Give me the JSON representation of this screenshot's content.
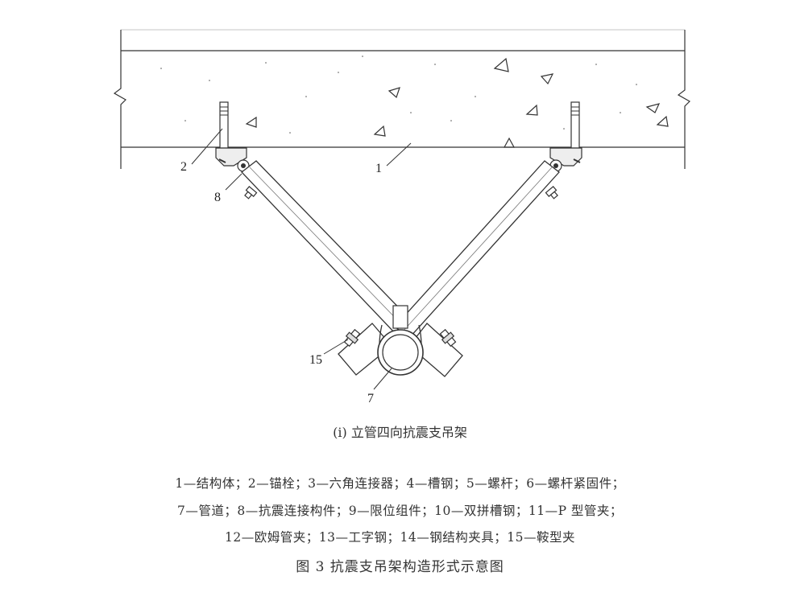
{
  "labels": {
    "l1": "1",
    "l2": "2",
    "l8": "8",
    "l15": "15",
    "l7": "7"
  },
  "subcaption": "(i) 立管四向抗震支吊架",
  "legend": {
    "line1": "1—结构体；2—锚栓；3—六角连接器；4—槽钢；5—螺杆；6—螺杆紧固件；",
    "line2": "7—管道；8—抗震连接构件；9—限位组件；10—双拼槽钢；11—P 型管夹；",
    "line3": "12—欧姆管夹；13—工字钢；14—钢结构夹具；15—鞍型夹"
  },
  "figure_title": "图 3   抗震支吊架构造形式示意图"
}
